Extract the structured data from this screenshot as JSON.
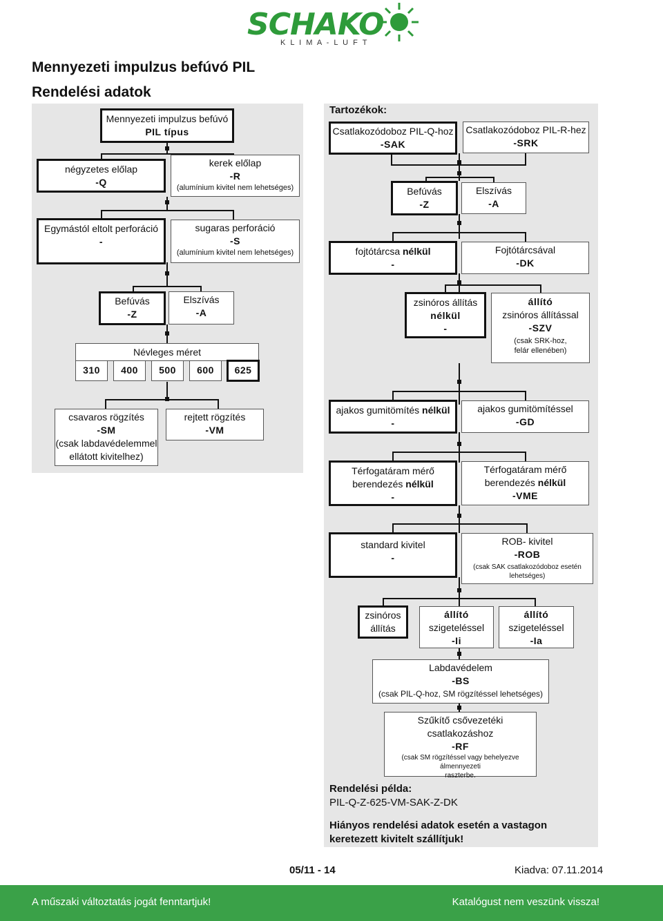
{
  "logo": {
    "brand": "SCHAKO",
    "tagline": "K L I M A - L U F T"
  },
  "title": "Mennyezeti impulzus befúvó PIL",
  "subtitle": "Rendelési adatok",
  "left": {
    "type_box": {
      "line1": "Mennyezeti impulzus befúvó",
      "line2": "PIL típus"
    },
    "face_square": {
      "label": "négyzetes előlap",
      "code": "-Q"
    },
    "face_round": {
      "label": "kerek előlap",
      "code": "-R",
      "note": "(alumínium kivitel nem lehetséges)"
    },
    "perf_offset": {
      "label": "Egymástól eltolt perforáció",
      "code": "-"
    },
    "perf_radial": {
      "label": "sugaras perforáció",
      "code": "-S",
      "note": "(alumínium kivitel nem lehetséges)"
    },
    "supply": {
      "label": "Befúvás",
      "code": "-Z"
    },
    "exhaust": {
      "label": "Elszívás",
      "code": "-A"
    },
    "nominal": {
      "label": "Névleges méret",
      "sizes": [
        "310",
        "400",
        "500",
        "600",
        "625"
      ]
    },
    "screw": {
      "label": "csavaros rögzítés",
      "code": "-SM",
      "note1": "(csak labdavédelemmel",
      "note2": "ellátott kivitelhez)"
    },
    "hidden": {
      "label": "rejtett rögzítés",
      "code": "-VM"
    }
  },
  "right": {
    "heading": "Tartozékok:",
    "sak": {
      "label": "Csatlakozódoboz PIL-Q-hoz",
      "code": "-SAK"
    },
    "srk": {
      "label": "Csatlakozódoboz PIL-R-hez",
      "code": "-SRK"
    },
    "supply": {
      "label": "Befúvás",
      "code": "-Z"
    },
    "exhaust": {
      "label": "Elszívás",
      "code": "-A"
    },
    "no_damper": {
      "label": "fojtótárcsa",
      "label_bold": "nélkül",
      "code": "-"
    },
    "damper": {
      "label": "Fojtótárcsával",
      "code": "-DK"
    },
    "no_cord": {
      "label": "zsinóros állítás",
      "label_bold": "nélkül",
      "code": "-"
    },
    "cord": {
      "label_bold": "állító",
      "label": "zsinóros állítással",
      "code": "-SZV",
      "note1": "(csak SRK-hoz,",
      "note2": "felár ellenében)"
    },
    "no_gasket": {
      "label": "ajakos gumitömítés",
      "label_bold": "nélkül",
      "code": "-"
    },
    "gasket": {
      "label": "ajakos gumitömítéssel",
      "code": "-GD"
    },
    "no_meter": {
      "line1": "Térfogatáram mérő",
      "line2": "berendezés",
      "line2_bold": "nélkül",
      "code": "-"
    },
    "meter": {
      "line1": "Térfogatáram mérő",
      "line2": "berendezés",
      "line2_bold": "nélkül",
      "code": "-VME"
    },
    "standard": {
      "label": "standard kivitel",
      "code": "-"
    },
    "rob": {
      "label": "ROB- kivitel",
      "code": "-ROB",
      "note1": "(csak SAK csatlakozódoboz esetén",
      "note2": "lehetséges)"
    },
    "cord_adj": {
      "line1": "zsinóros",
      "line2": "állítás"
    },
    "ins_i": {
      "bold": "állító",
      "label": "szigeteléssel",
      "code": "-Ii"
    },
    "ins_a": {
      "bold": "állító",
      "label": "szigeteléssel",
      "code": "-Ia"
    },
    "ball": {
      "label": "Labdavédelem",
      "code": "-BS",
      "note": "(csak PIL-Q-hoz, SM rögzítéssel lehetséges)"
    },
    "reducer": {
      "label": "Szűkítő csővezetéki csatlakozáshoz",
      "code": "-RF",
      "note1": "(csak SM rögzítéssel vagy behelyezve álmennyezeti",
      "note2": "raszterbe."
    },
    "example_label": "Rendelési példa:",
    "example_code": "PIL-Q-Z-625-VM-SAK-Z-DK",
    "missing1": "Hiányos rendelési adatok esetén a vastagon",
    "missing2": "keretezett kivitelt szállítjuk!"
  },
  "page": {
    "number": "05/11 - 14",
    "issued": "Kiadva: 07.11.2014"
  },
  "footer": {
    "left": "A műszaki változtatás jogát fenntartjuk!",
    "right": "Katalógust nem veszünk vissza!"
  },
  "colors": {
    "brand_green": "#3aa148",
    "panel_gray": "#e6e6e6"
  }
}
